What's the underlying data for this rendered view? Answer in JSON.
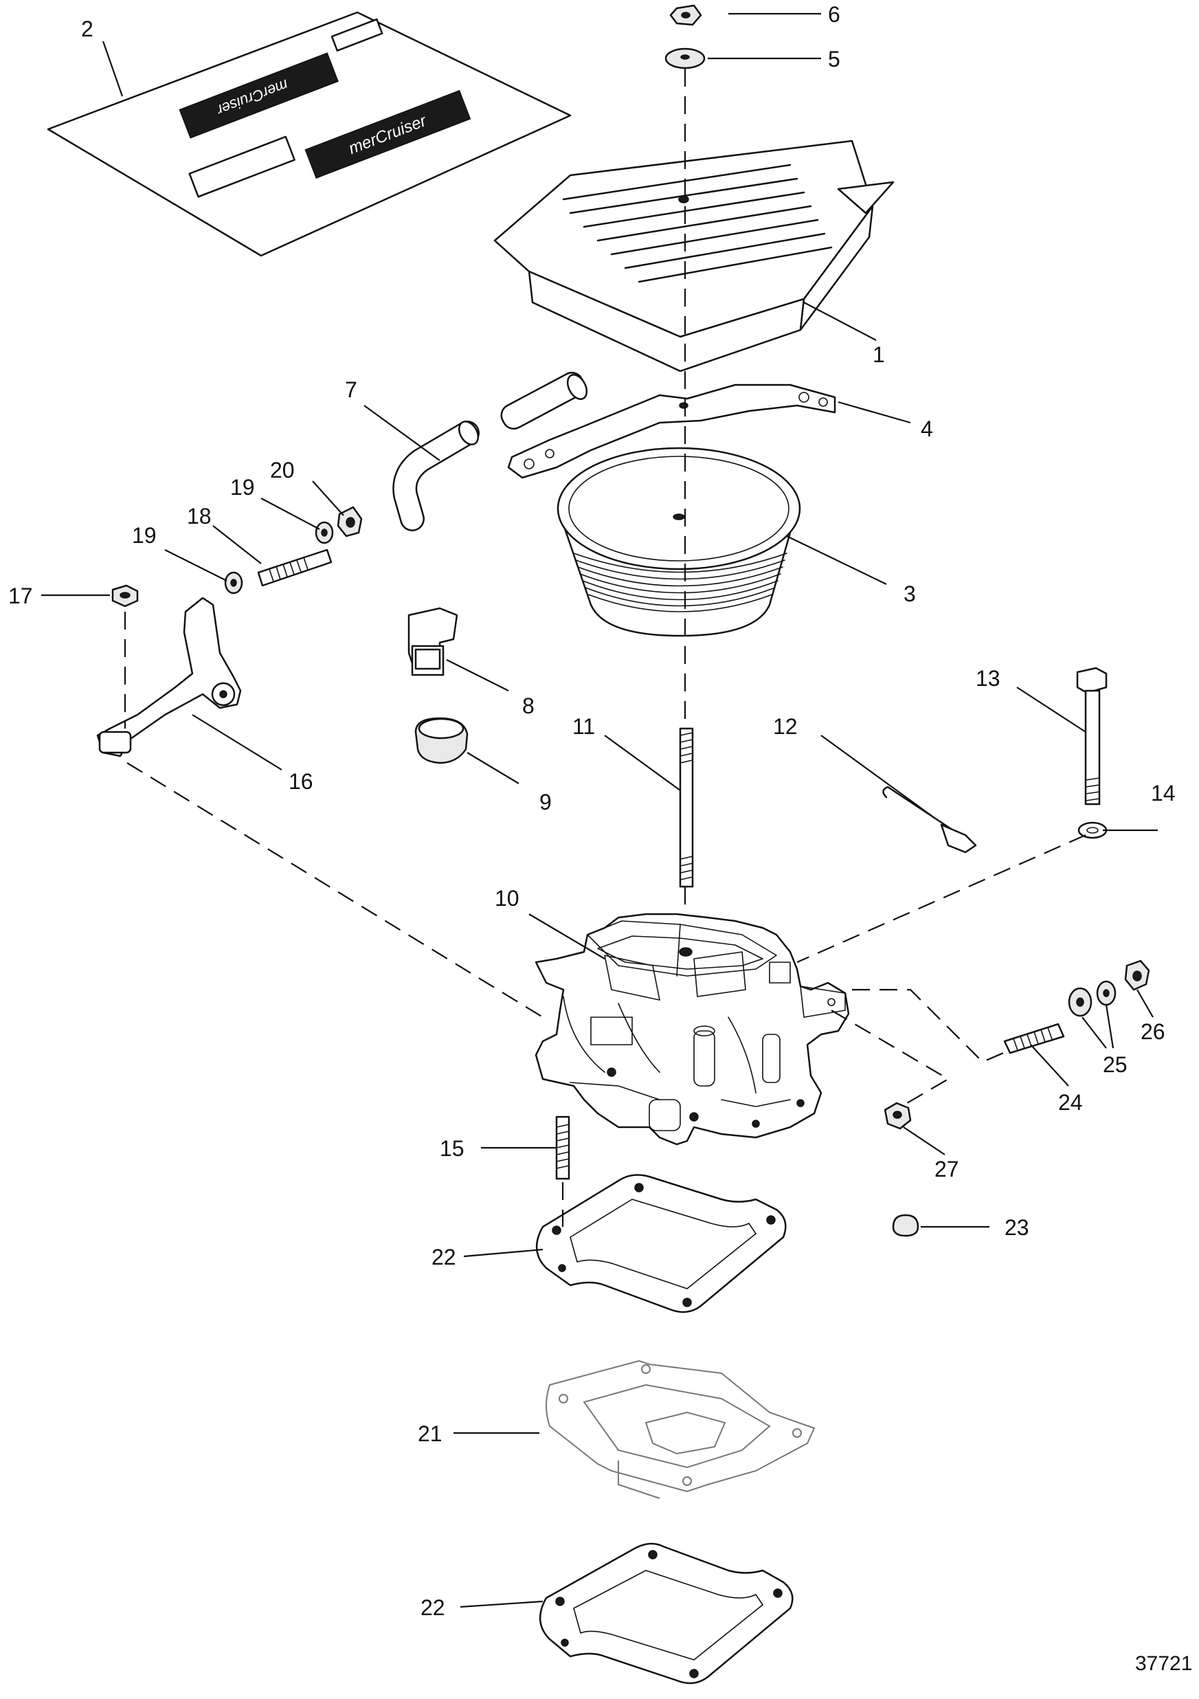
{
  "callouts": {
    "c1": "1",
    "c2": "2",
    "c3": "3",
    "c4": "4",
    "c5": "5",
    "c6": "6",
    "c7": "7",
    "c8": "8",
    "c9": "9",
    "c10": "10",
    "c11": "11",
    "c12": "12",
    "c13": "13",
    "c14": "14",
    "c15": "15",
    "c16": "16",
    "c17": "17",
    "c18": "18",
    "c19a": "19",
    "c19b": "19",
    "c20": "20",
    "c21": "21",
    "c22a": "22",
    "c22b": "22",
    "c23": "23",
    "c24": "24",
    "c25": "25",
    "c26": "26",
    "c27": "27"
  },
  "decal_text": {
    "brand_top": "merCruiser",
    "brand_bottom": "merCruiser"
  },
  "drawing_number": "37721"
}
